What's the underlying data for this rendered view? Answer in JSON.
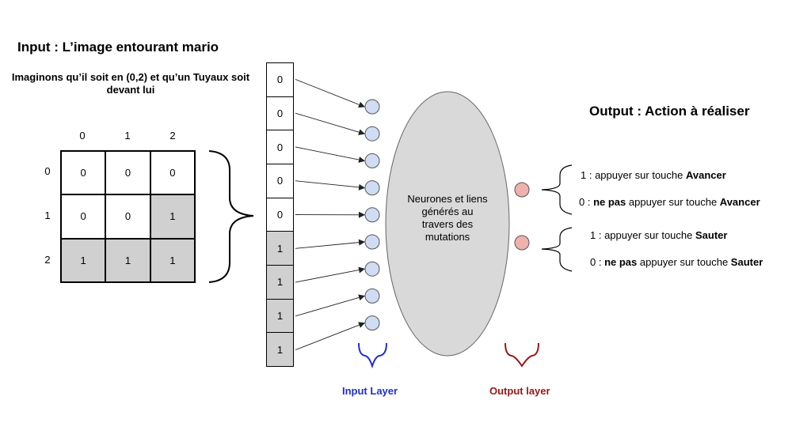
{
  "input_title": "Input : L’image entourant mario",
  "input_subtitle": "Imaginons qu’il soit en (0,2) et qu’un Tuyaux soit devant lui",
  "grid": {
    "col_labels": [
      "0",
      "1",
      "2"
    ],
    "row_labels": [
      "0",
      "1",
      "2"
    ],
    "cells": [
      [
        "0",
        "0",
        "0"
      ],
      [
        "0",
        "0",
        "1"
      ],
      [
        "1",
        "1",
        "1"
      ]
    ]
  },
  "vector": [
    "0",
    "0",
    "0",
    "0",
    "0",
    "1",
    "1",
    "1",
    "1"
  ],
  "hidden_label": "Neurones et liens générés au travers des mutations",
  "output_title": "Output : Action à réaliser",
  "actions": [
    {
      "pre": "1 : appuyer sur touche ",
      "bold1": "",
      "mid": "",
      "bold2": "Avancer"
    },
    {
      "pre": "0 : ",
      "bold1": "ne pas",
      "mid": " appuyer sur touche ",
      "bold2": "Avancer"
    },
    {
      "pre": "1 : appuyer sur touche ",
      "bold1": "",
      "mid": "",
      "bold2": "Sauter"
    },
    {
      "pre": "0 : ",
      "bold1": "ne pas",
      "mid": " appuyer sur touche ",
      "bold2": "Sauter"
    }
  ],
  "input_layer_label": "Input Layer",
  "output_layer_label": "Output layer",
  "colors": {
    "input_node": "#cfdcf3",
    "output_node": "#eeb1ab",
    "hidden_blob": "#d9d9d9",
    "active_cell": "#d0d0d0",
    "input_layer_color": "#1f2fd1",
    "output_layer_color": "#9a1616"
  }
}
